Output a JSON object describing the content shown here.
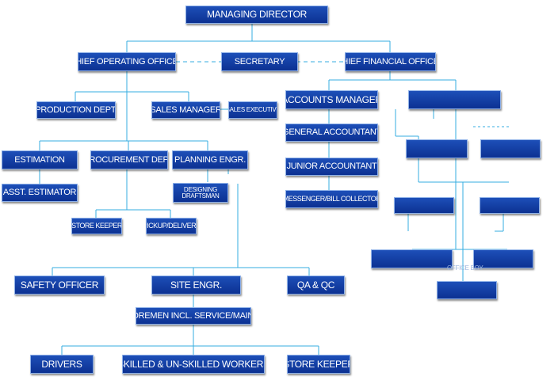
{
  "org_chart": {
    "managing_director": "MANAGING DIRECTOR",
    "coo": "CHIEF OPERATING OFFICER",
    "secretary": "SECRETARY",
    "cfo": "CHIEF FINANCIAL OFFICER",
    "production_dept": "PRODUCTION DEPT.",
    "sales_manager": "SALES MANAGER",
    "sales_executive": "SALES EXECUTIVE",
    "estimation": "ESTIMATION",
    "asst_estimator": "ASST. ESTIMATOR",
    "procurement_dept": "PROCUREMENT DEPT.",
    "planning_engr": "PLANNING ENGR.",
    "designing_draftsman": "DESIGNING DRAFTSMAN",
    "store_keeper_proc": "STORE KEEPER",
    "pickup_delivery": "PICKUP/DELIVERY",
    "accounts_manager": "ACCOUNTS MANAGER",
    "general_accountant": "GENERAL ACCOUNTANT",
    "junior_accountant": "JUNIOR ACCOUNTANT",
    "messenger": "MESSENGER/BILL COLLECTOR",
    "safety_officer": "SAFETY OFFICER",
    "site_engr": "SITE ENGR.",
    "qa_qc": "QA & QC",
    "foremen": "FOREMEN INCL. SERVICE/MAINT.",
    "drivers": "DRIVERS",
    "skilled_workers": "SKILLED & UN-SKILLED WORKERS",
    "store_keeper_site": "STORE KEEPER",
    "office_boy_fragment": "OFFICE BOY"
  },
  "colors": {
    "box_fill": "#1a47ad",
    "box_border": "#8fb1e8",
    "connector": "#35aee0",
    "text": "#ffffff"
  }
}
